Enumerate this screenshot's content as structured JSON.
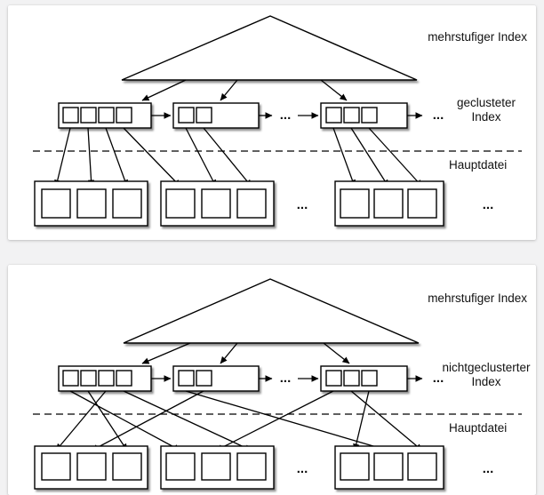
{
  "page": {
    "background": "#f2f2f3",
    "panel_background": "#ffffff",
    "line_color": "#000000"
  },
  "labels": {
    "ellipsis": "..."
  },
  "top_diagram": {
    "title": "mehrstufiger Index",
    "index_type_line1": "geclusteter",
    "index_type_line2": "Index",
    "main_file_label": "Hauptdatei",
    "structure": {
      "index_blocks_cells": [
        4,
        2,
        3
      ],
      "main_file_blocks_cells": [
        3,
        3,
        3
      ]
    }
  },
  "bottom_diagram": {
    "title": "mehrstufiger Index",
    "index_type_line1": "nichtgeclusterter",
    "index_type_line2": "Index",
    "main_file_label": "Hauptdatei",
    "structure": {
      "index_blocks_cells": [
        4,
        2,
        3
      ],
      "main_file_blocks_cells": [
        3,
        3,
        3
      ]
    }
  }
}
